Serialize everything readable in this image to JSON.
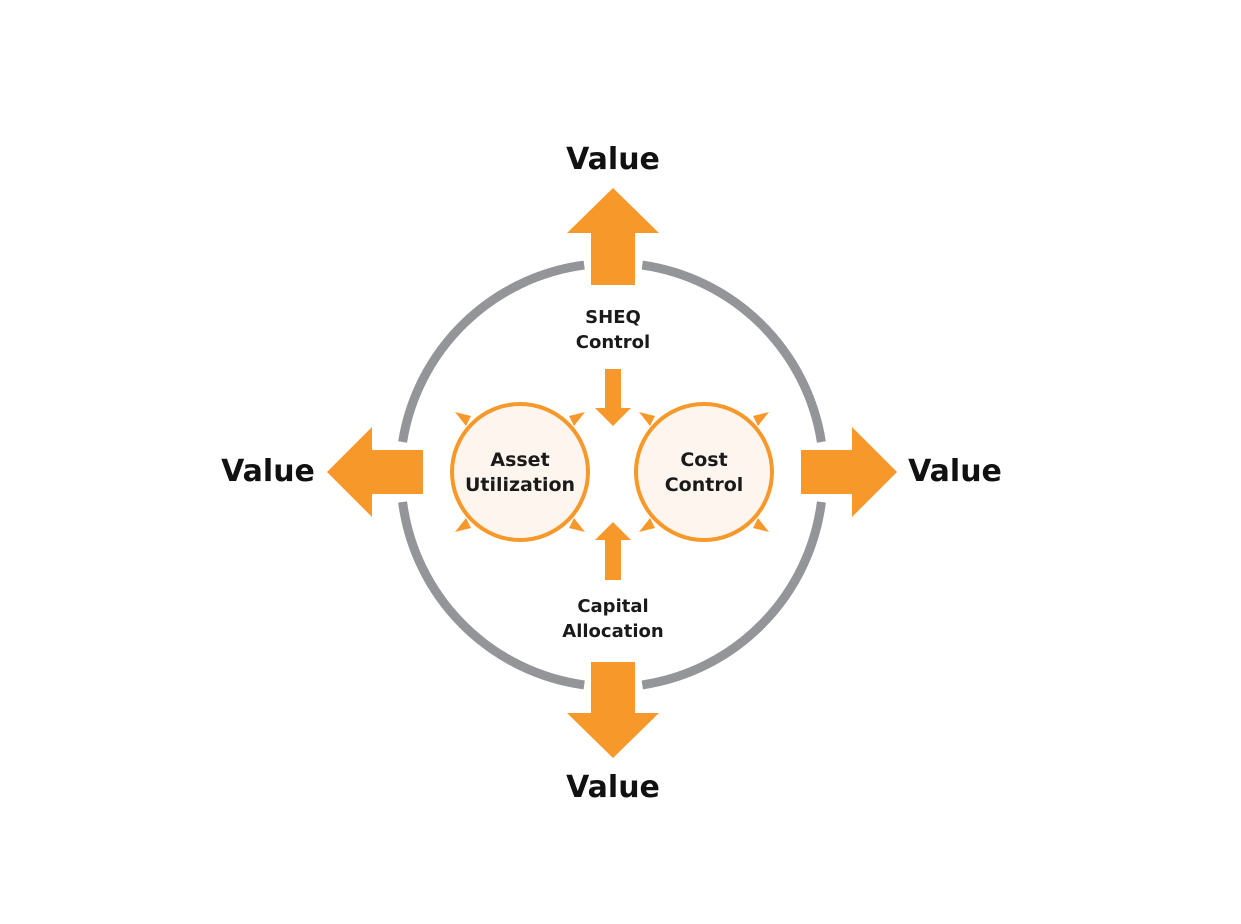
{
  "diagram": {
    "outputs": {
      "top": "Value",
      "left": "Value",
      "right": "Value",
      "bottom": "Value"
    },
    "inputs": {
      "top": {
        "line1": "SHEQ",
        "line2": "Control"
      },
      "bottom": {
        "line1": "Capital",
        "line2": "Allocation"
      }
    },
    "nodes": {
      "left": {
        "line1": "Asset",
        "line2": "Utilization"
      },
      "right": {
        "line1": "Cost",
        "line2": "Control"
      }
    },
    "colors": {
      "ring": "#939598",
      "arrow": "#F7982A",
      "node_fill": "#FEF6EE",
      "node_stroke": "#F7982A",
      "text": "#1a1a1a"
    }
  }
}
